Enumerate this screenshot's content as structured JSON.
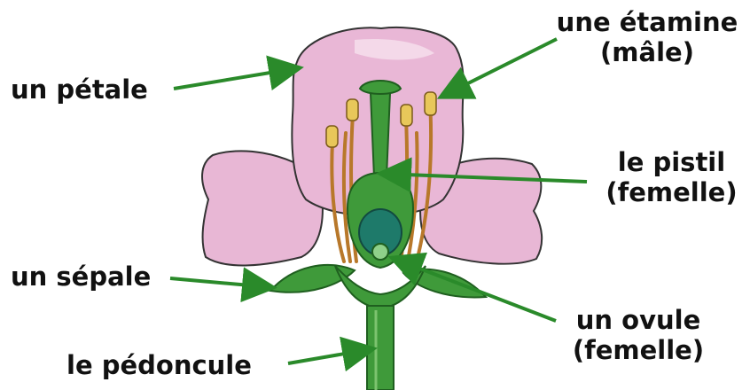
{
  "labels": {
    "petal": "un pétale",
    "stamen_line1": "une étamine",
    "stamen_line2": "(mâle)",
    "pistil_line1": "le pistil",
    "pistil_line2": "(femelle)",
    "sepal": "un sépale",
    "ovule_line1": "un ovule",
    "ovule_line2": "(femelle)",
    "peduncle": "le pédoncule"
  },
  "colors": {
    "arrow": "#2a8a2a",
    "petal_fill": "#e9b7d6",
    "petal_light": "#f6e1ee",
    "stem": "#3f9a3a",
    "stem_dark": "#1f5f1f",
    "anther": "#e8c75a",
    "filament": "#b8782a",
    "ovary_inner": "#1e7a6a"
  }
}
